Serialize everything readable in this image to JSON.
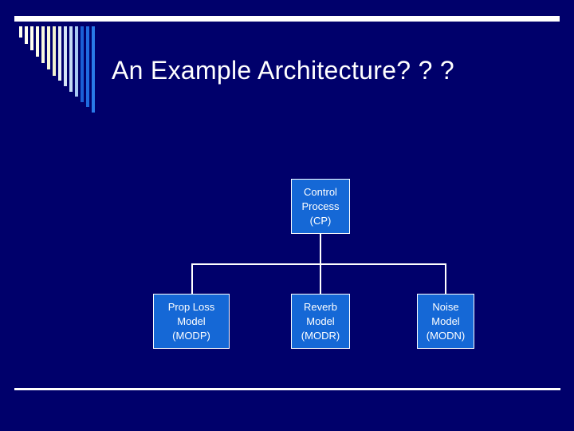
{
  "slide": {
    "title": "An Example Architecture? ? ?",
    "background_color": "#00006b",
    "rule_color": "#ffffff"
  },
  "decor": {
    "top_rule": "horizontal-rule",
    "bottom_rule": "horizontal-rule",
    "bar_motif": {
      "name": "diagonal-bar-motif",
      "bars": [
        {
          "color": "#fffff0",
          "length": 14
        },
        {
          "color": "#fffff0",
          "length": 22
        },
        {
          "color": "#fffff0",
          "length": 30
        },
        {
          "color": "#fdfde8",
          "length": 38
        },
        {
          "color": "#fafae0",
          "length": 46
        },
        {
          "color": "#f7f7d8",
          "length": 54
        },
        {
          "color": "#f2f2d0",
          "length": 62
        },
        {
          "color": "#e8eef0",
          "length": 68
        },
        {
          "color": "#d6e4f5",
          "length": 75
        },
        {
          "color": "#c3d9f5",
          "length": 82
        },
        {
          "color": "#a8c8f2",
          "length": 88
        },
        {
          "color": "#1a5fd6",
          "length": 95
        },
        {
          "color": "#1f6be0",
          "length": 101
        },
        {
          "color": "#2a7be8",
          "length": 108
        }
      ]
    }
  },
  "diagram": {
    "type": "org-chart",
    "node_fill": "#1568d6",
    "node_border": "#ffffff",
    "connector_color": "#ffffff",
    "root": {
      "id": "cp",
      "line1": "Control",
      "line2": "Process",
      "line3": "(CP)"
    },
    "children": [
      {
        "id": "modp",
        "line1": "Prop Loss",
        "line2": "Model",
        "line3": "(MODP)"
      },
      {
        "id": "modr",
        "line1": "Reverb",
        "line2": "Model",
        "line3": "(MODR)"
      },
      {
        "id": "modn",
        "line1": "Noise",
        "line2": "Model",
        "line3": "(MODN)"
      }
    ]
  }
}
